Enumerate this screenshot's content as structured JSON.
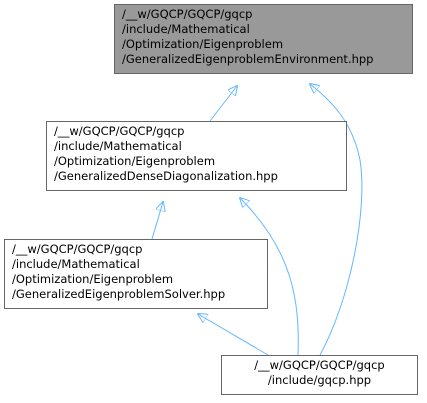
{
  "diagram": {
    "nodes": [
      {
        "id": "n1",
        "lines": [
          "/__w/GQCP/GQCP/gqcp",
          "/include/Mathematical",
          "/Optimization/Eigenproblem",
          "/GeneralizedEigenproblemEnvironment.hpp"
        ],
        "highlighted": true
      },
      {
        "id": "n2",
        "lines": [
          "/__w/GQCP/GQCP/gqcp",
          "/include/Mathematical",
          "/Optimization/Eigenproblem",
          "/GeneralizedDenseDiagonalization.hpp"
        ],
        "highlighted": false
      },
      {
        "id": "n3",
        "lines": [
          "/__w/GQCP/GQCP/gqcp",
          "/include/Mathematical",
          "/Optimization/Eigenproblem",
          "/GeneralizedEigenproblemSolver.hpp"
        ],
        "highlighted": false
      },
      {
        "id": "n4",
        "lines": [
          "/__w/GQCP/GQCP/gqcp",
          "/include/gqcp.hpp"
        ],
        "highlighted": false
      }
    ],
    "edges": [
      {
        "from": "n2",
        "to": "n1"
      },
      {
        "from": "n4",
        "to": "n1"
      },
      {
        "from": "n3",
        "to": "n2"
      },
      {
        "from": "n4",
        "to": "n2"
      },
      {
        "from": "n4",
        "to": "n3"
      }
    ],
    "colors": {
      "edge": "#63b8ff",
      "node_border": "#666666",
      "highlighted_fill": "#999999",
      "node_fill": "#ffffff"
    }
  }
}
